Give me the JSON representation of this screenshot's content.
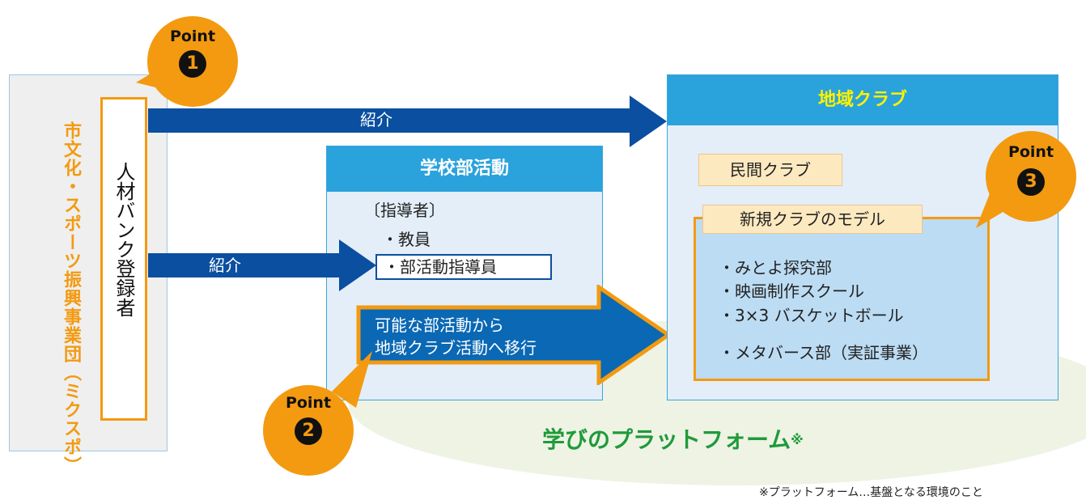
{
  "org": {
    "name": "市文化・スポーツ振興事業団（ミクスポ）"
  },
  "registrant": {
    "label": "人材バンク登録者"
  },
  "arrows": {
    "top_label": "紹介",
    "mid_label": "紹介"
  },
  "school": {
    "title": "学校部活動",
    "instructor_heading": "〔指導者〕",
    "instructors": [
      "・教員",
      "・部活動指導員"
    ]
  },
  "transition": {
    "lines": [
      "可能な部活動から",
      "地域クラブ活動へ移行"
    ]
  },
  "region": {
    "title": "地域クラブ",
    "private_club": "民間クラブ",
    "model_label": "新規クラブのモデル",
    "model_items": [
      "・みとよ探究部",
      "・映画制作スクール",
      "・3×3 バスケットボール",
      "・メタバース部（実証事業）"
    ]
  },
  "points": [
    {
      "label": "Point",
      "number": "1"
    },
    {
      "label": "Point",
      "number": "2"
    },
    {
      "label": "Point",
      "number": "3"
    }
  ],
  "platform": {
    "title": "学びのプラットフォーム",
    "mark": "※"
  },
  "footnote": "※プラットフォーム…基盤となる環境のこと",
  "colors": {
    "orange": "#f39a10",
    "navy": "#0a4fa0",
    "sky": "#2aa2dc",
    "green": "#1f9a3a",
    "yellow": "#fff200"
  }
}
